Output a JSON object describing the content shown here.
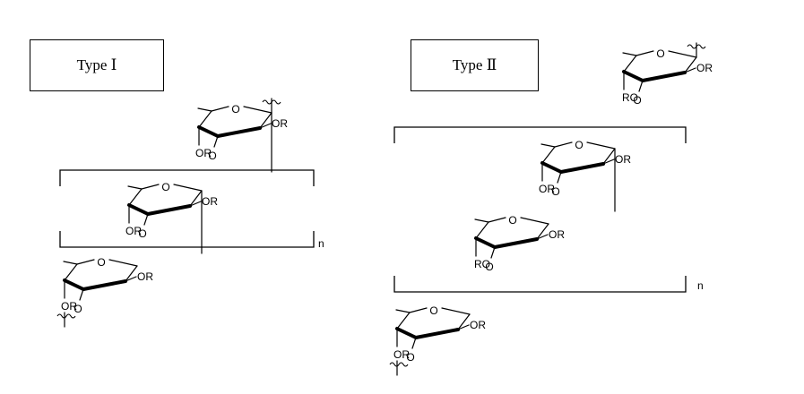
{
  "type_labels": {
    "type1": "Type Ⅰ",
    "type2": "Type Ⅱ"
  },
  "substituents": {
    "ring_oxygen": "O",
    "linkage_oxygen": "O",
    "or_group": "OR",
    "ro_group": "RO"
  },
  "repeat_index": "n"
}
